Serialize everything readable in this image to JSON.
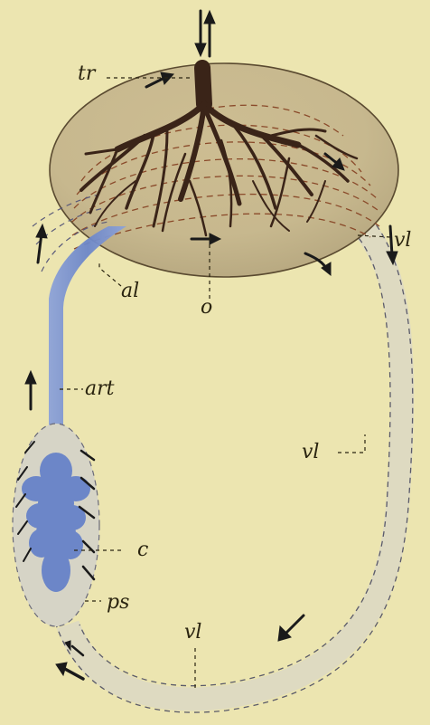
{
  "labels": {
    "tr": "tr",
    "vl_top": "vl",
    "al": "al",
    "o": "o",
    "art": "art",
    "vl_mid": "vl",
    "c": "c",
    "ps": "ps",
    "vl_bottom": "vl"
  },
  "colors": {
    "background": "#ece5b0",
    "lung_fill": "#c9b98f",
    "lung_edge": "#5a4a30",
    "bronchi": "#3a2418",
    "dashed_red": "#8a4a2a",
    "blue_vessel": "#6c86c8",
    "arrow": "#1a1a1a"
  }
}
